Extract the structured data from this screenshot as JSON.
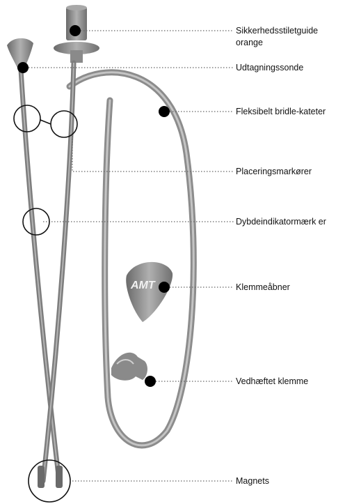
{
  "labels": {
    "stylet_guide_line1": "Sikkerhedsstiletguide",
    "stylet_guide_line2": "orange",
    "retrieval_probe": "Udtagningssonde",
    "flexible_catheter": "Fleksibelt bridle-kateter",
    "placement_markers": "Placeringsmarkører",
    "depth_indicator": "Dybdeindikatormærk er",
    "clip_opener": "Klemmeåbner",
    "attached_clip": "Vedhæftet klemme",
    "magnets": "Magnets"
  },
  "logo_text": "AMT",
  "colors": {
    "device": "#8e8e8e",
    "device_light": "#bdbdbd",
    "device_dark": "#5d5d5d",
    "callout": "#000000"
  }
}
